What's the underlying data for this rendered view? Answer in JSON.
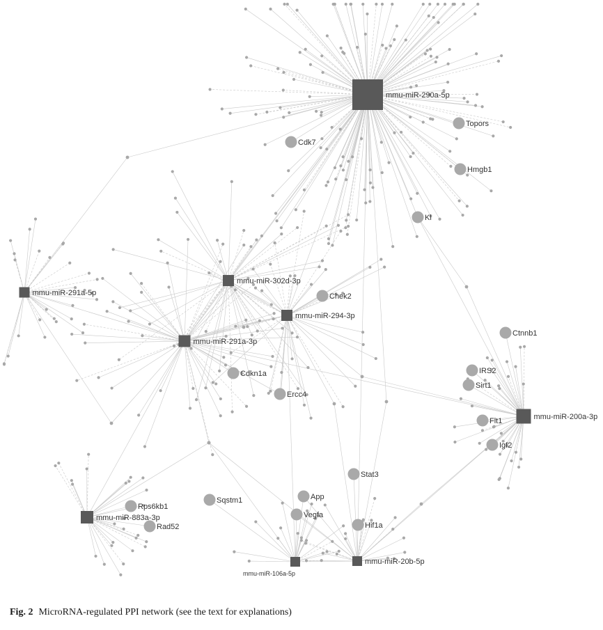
{
  "figure": {
    "label": "Fig. 2",
    "caption": "MicroRNA-regulated PPI network (see the text for explanations)"
  },
  "mirnas": [
    {
      "id": "m290",
      "label": "mmu-miR-290a-5p"
    },
    {
      "id": "m302",
      "label": "mmu-miR-302d-3p"
    },
    {
      "id": "m294",
      "label": "mmu-miR-294-3p"
    },
    {
      "id": "m291a3",
      "label": "mmu-miR-291a-3p"
    },
    {
      "id": "m291a5",
      "label": "mmu-miR-291a-5p"
    },
    {
      "id": "m200",
      "label": "mmu-miR-200a-3p"
    },
    {
      "id": "m883",
      "label": "mmu-miR-883a-3p"
    },
    {
      "id": "m106",
      "label": "mmu-miR-106a-5p"
    },
    {
      "id": "m20b",
      "label": "mmu-miR-20b-5p"
    }
  ],
  "genes": [
    {
      "id": "topors",
      "label": "Topors"
    },
    {
      "id": "cdk7",
      "label": "Cdk7"
    },
    {
      "id": "hmgb1",
      "label": "Hmgb1"
    },
    {
      "id": "kl",
      "label": "Kl"
    },
    {
      "id": "chek2",
      "label": "Chek2"
    },
    {
      "id": "cdkn1a",
      "label": "Cdkn1a"
    },
    {
      "id": "ercc4",
      "label": "Ercc4"
    },
    {
      "id": "ctnnb1",
      "label": "Ctnnb1"
    },
    {
      "id": "irs2",
      "label": "IRS2"
    },
    {
      "id": "sirt1",
      "label": "Sirt1"
    },
    {
      "id": "flt1",
      "label": "Flt1"
    },
    {
      "id": "igf2",
      "label": "Igf2"
    },
    {
      "id": "stat3",
      "label": "Stat3"
    },
    {
      "id": "app",
      "label": "App"
    },
    {
      "id": "vegfa",
      "label": "Vegfa"
    },
    {
      "id": "hif1a",
      "label": "Hif1a"
    },
    {
      "id": "sqstm1",
      "label": "Sqstm1"
    },
    {
      "id": "rps6kb1",
      "label": "Rps6kb1"
    },
    {
      "id": "rad52",
      "label": "Rad52"
    }
  ],
  "edges": [
    {
      "from": "m290",
      "to": "cdk7"
    },
    {
      "from": "m290",
      "to": "topors"
    },
    {
      "from": "m290",
      "to": "hmgb1"
    },
    {
      "from": "m290",
      "to": "kl"
    },
    {
      "from": "m290",
      "to": "m302"
    },
    {
      "from": "m290",
      "to": "m294"
    },
    {
      "from": "m290",
      "to": "m291a3"
    },
    {
      "from": "m290",
      "to": "m20b"
    },
    {
      "from": "m302",
      "to": "m291a3"
    },
    {
      "from": "m302",
      "to": "m294"
    },
    {
      "from": "m294",
      "to": "m291a3"
    },
    {
      "from": "m294",
      "to": "chek2"
    },
    {
      "from": "m291a3",
      "to": "cdkn1a"
    },
    {
      "from": "m291a3",
      "to": "ercc4"
    },
    {
      "from": "m291a3",
      "to": "m291a5"
    },
    {
      "from": "m291a3",
      "to": "m883"
    },
    {
      "from": "m291a3",
      "to": "m200"
    },
    {
      "from": "m294",
      "to": "ercc4"
    },
    {
      "from": "m200",
      "to": "ctnnb1"
    },
    {
      "from": "m200",
      "to": "irs2"
    },
    {
      "from": "m200",
      "to": "sirt1"
    },
    {
      "from": "m200",
      "to": "flt1"
    },
    {
      "from": "m200",
      "to": "igf2"
    },
    {
      "from": "m200",
      "to": "kl"
    },
    {
      "from": "m883",
      "to": "rps6kb1"
    },
    {
      "from": "m883",
      "to": "rad52"
    },
    {
      "from": "m106",
      "to": "app"
    },
    {
      "from": "m106",
      "to": "vegfa"
    },
    {
      "from": "m106",
      "to": "sqstm1"
    },
    {
      "from": "m106",
      "to": "m20b"
    },
    {
      "from": "m20b",
      "to": "hif1a"
    },
    {
      "from": "m20b",
      "to": "vegfa"
    },
    {
      "from": "m20b",
      "to": "app"
    },
    {
      "from": "m20b",
      "to": "stat3"
    },
    {
      "from": "m106",
      "to": "m294"
    },
    {
      "from": "m20b",
      "to": "m200"
    }
  ]
}
